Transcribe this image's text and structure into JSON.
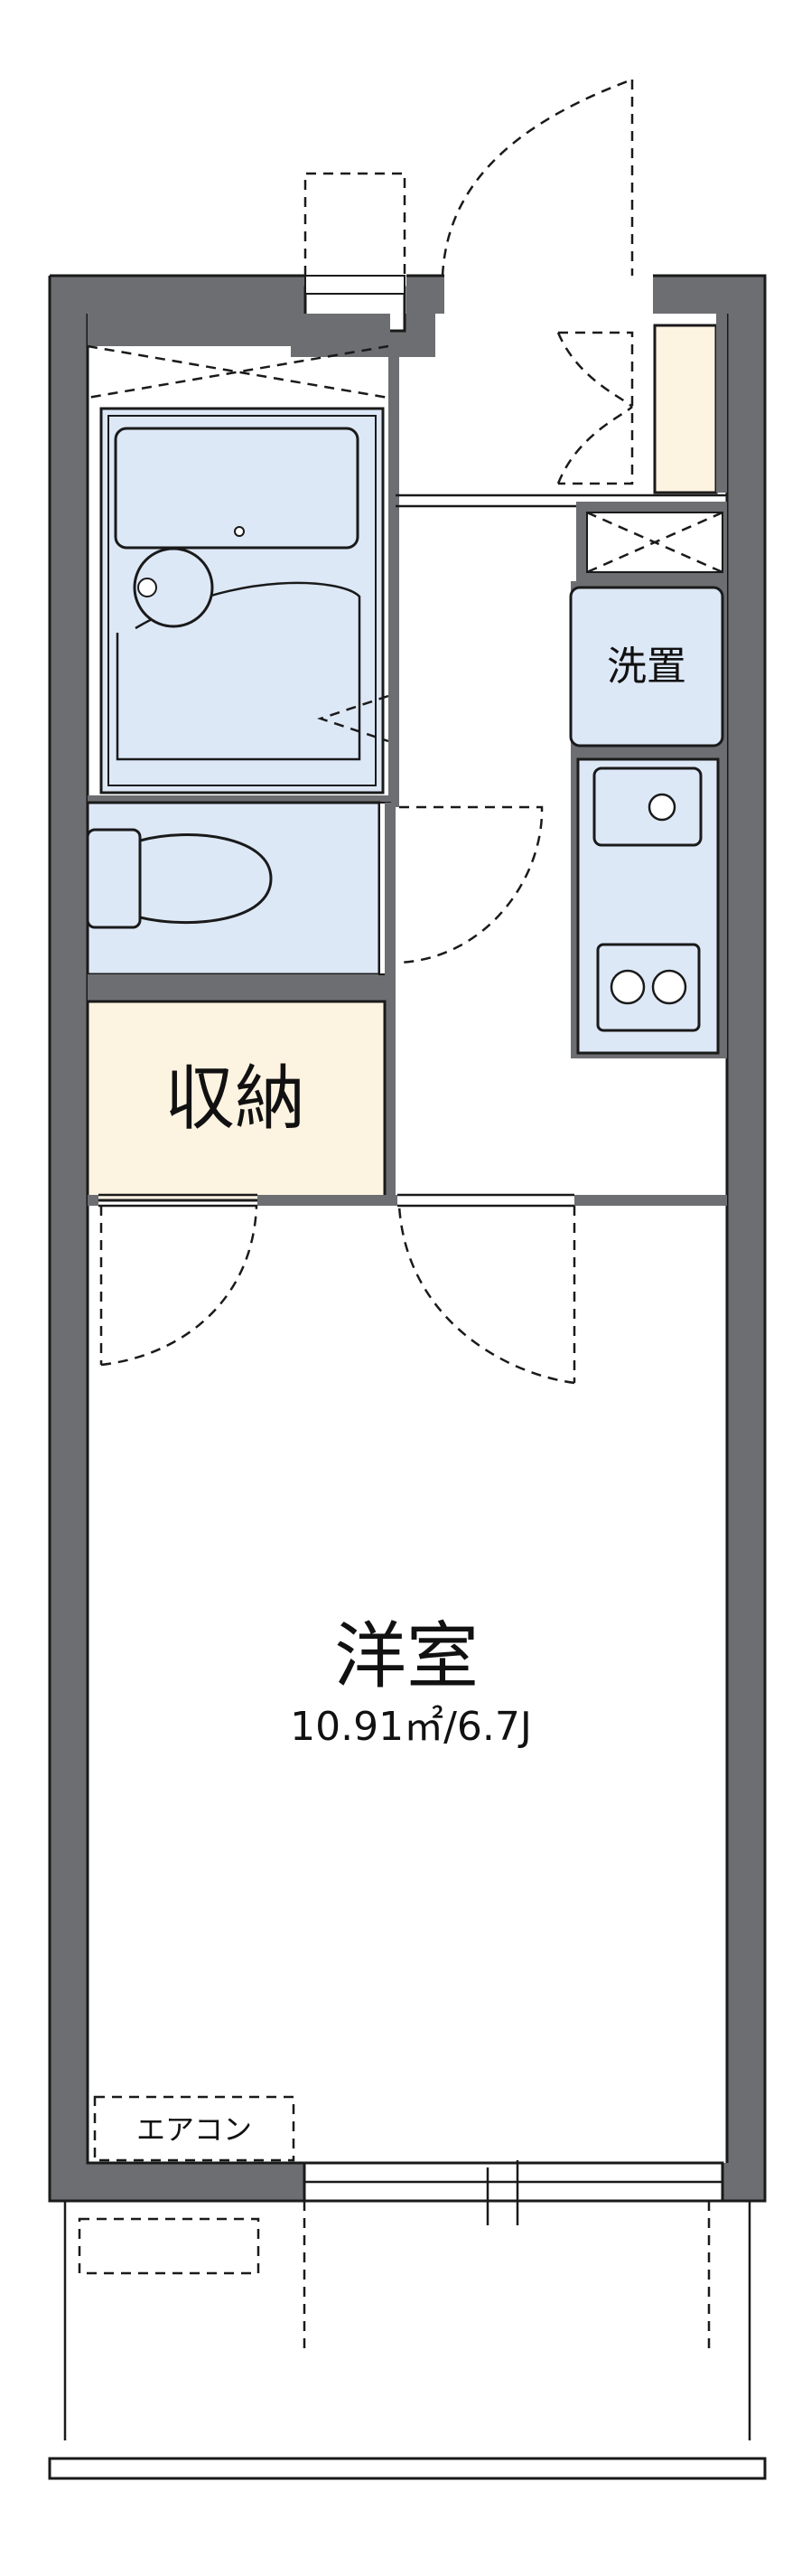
{
  "rooms": {
    "storage": {
      "label": "収納"
    },
    "laundry": {
      "label": "洗置"
    },
    "main_room": {
      "label": "洋室",
      "area": "10.91㎡/6.7J"
    },
    "aircon": {
      "label": "エアコン"
    }
  },
  "colors": {
    "wall": "#6d6e71",
    "wet_area": "#dde8f7",
    "storage": "#fdf3e1",
    "line": "#1a1a1a"
  }
}
